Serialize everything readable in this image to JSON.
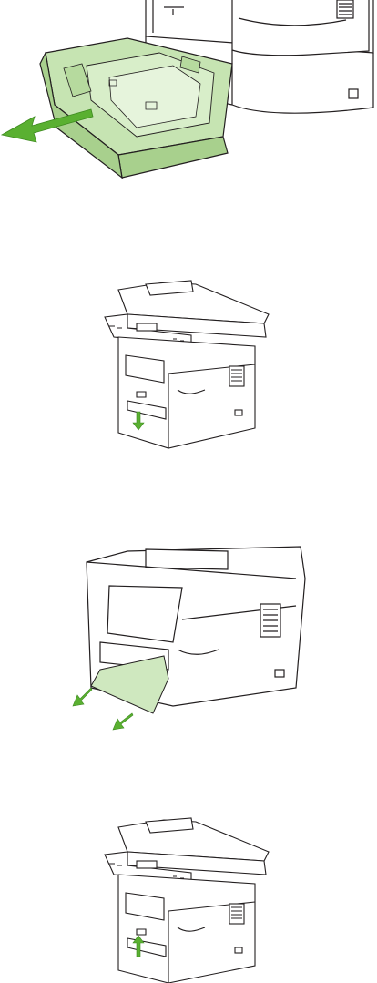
{
  "figure": {
    "steps": [
      {
        "name": "remove-tray-2",
        "arrow": "out-left"
      },
      {
        "name": "lower-jam-access-door",
        "arrow": "down"
      },
      {
        "name": "pull-jammed-paper",
        "arrow": "out-down-left"
      },
      {
        "name": "close-jam-access-door",
        "arrow": "up"
      }
    ],
    "colors": {
      "outline": "#231f20",
      "tray_green": "#c6e4b2",
      "tray_green_dark": "#a8d08d",
      "arrow_green": "#5ab031",
      "paper": "#cfe8bf",
      "body": "#ffffff"
    },
    "icons": [
      "tray-icon",
      "arrow-icon",
      "printer-icon",
      "paper-icon"
    ]
  }
}
